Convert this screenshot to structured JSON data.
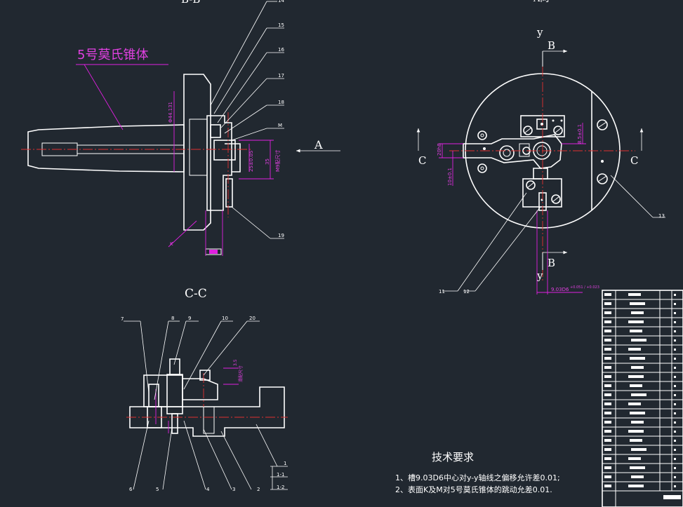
{
  "views": {
    "section_bb": "B-B",
    "view_a": "A向",
    "section_cc": "C-C"
  },
  "labels": {
    "morse_taper": "5号莫氏锥体",
    "arrow_a": "A",
    "section_b_top": "B",
    "section_b_bottom": "B",
    "section_c_left": "C",
    "section_c_right": "C",
    "axis_y_top": "y",
    "axis_y_bottom": "y",
    "surface_k": "K",
    "surface_m": "M"
  },
  "part_numbers": {
    "p1": "1",
    "p2": "2",
    "p3": "3",
    "p4": "4",
    "p5": "5",
    "p6": "6",
    "p7": "7",
    "p8": "8",
    "p9": "9",
    "p10": "10",
    "p11": "11",
    "p12": "12",
    "p13": "13",
    "p14": "14",
    "p15": "15",
    "p16": "16",
    "p17": "17",
    "p18": "18",
    "p19": "19",
    "p20": "20"
  },
  "section_marks": {
    "m1": "1-1",
    "m2": "1-2"
  },
  "dimensions": {
    "d_phi": "Φ44.131",
    "d_35": "35",
    "d_25": "25±0.05",
    "d_m": "M9配尺寸",
    "d_85": "8.5±0.1",
    "d_20": "20h8",
    "d_10": "10±0.1",
    "d_903d6": "9.03D6",
    "d_tol": "+0.051 / +0.023",
    "d_35b": "3.5",
    "d_fit": "滑配尺寸"
  },
  "technical_requirements": {
    "title": "技术要求",
    "line1": "1、槽9.03D6中心对y-y轴线之偏移允许差0.01;",
    "line2": "2、表面K及M对5号莫氏锥体的跳动允差0.01."
  },
  "colors": {
    "background": "#212830",
    "lines": "#ffffff",
    "centerline": "#e03030",
    "dimension": "#e020e0"
  }
}
